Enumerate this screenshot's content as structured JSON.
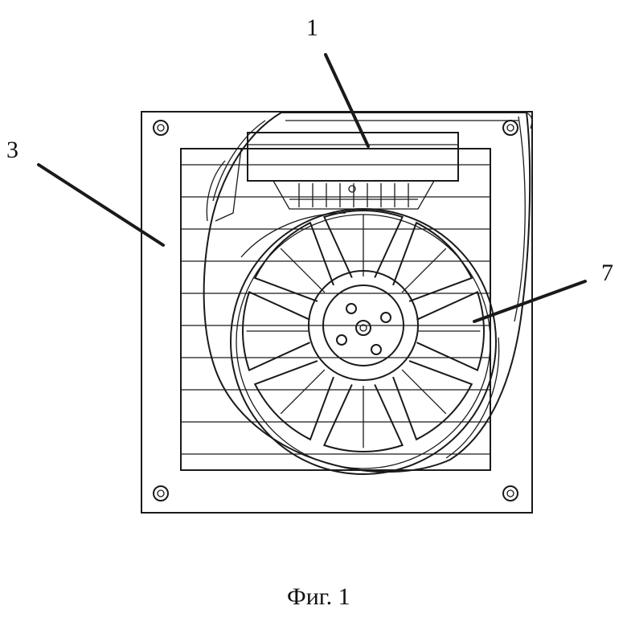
{
  "figure": {
    "caption": "Фиг. 1",
    "reference_labels": [
      {
        "id": "1",
        "text": "1"
      },
      {
        "id": "3",
        "text": "3"
      },
      {
        "id": "7",
        "text": "7"
      }
    ]
  }
}
